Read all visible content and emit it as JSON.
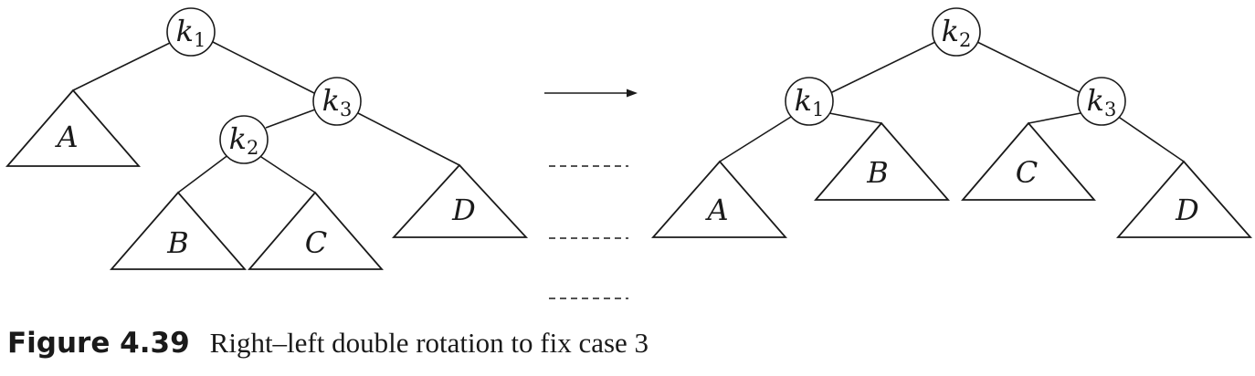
{
  "left_tree": {
    "nodes": [
      {
        "id": "k1",
        "letter": "k",
        "sub": "1"
      },
      {
        "id": "k3",
        "letter": "k",
        "sub": "3"
      },
      {
        "id": "k2",
        "letter": "k",
        "sub": "2"
      }
    ],
    "subtrees": [
      "A",
      "B",
      "C",
      "D"
    ]
  },
  "right_tree": {
    "nodes": [
      {
        "id": "k2",
        "letter": "k",
        "sub": "2"
      },
      {
        "id": "k1",
        "letter": "k",
        "sub": "1"
      },
      {
        "id": "k3",
        "letter": "k",
        "sub": "3"
      }
    ],
    "subtrees": [
      "A",
      "B",
      "C",
      "D"
    ]
  },
  "caption": {
    "label": "Figure 4.39",
    "text": "Right–left double rotation to fix case 3"
  }
}
